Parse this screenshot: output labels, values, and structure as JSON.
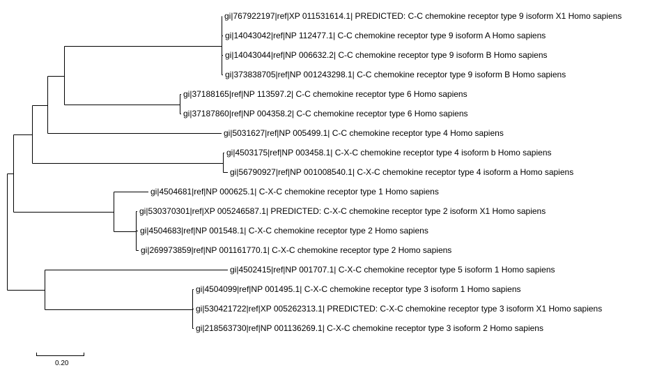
{
  "tree": {
    "leaves": [
      {
        "id": "ccr9_x1",
        "label": "gi|767922197|ref|XP 011531614.1| PREDICTED: C-C chemokine receptor type 9 isoform X1 Homo sapiens"
      },
      {
        "id": "ccr9_a",
        "label": "gi|14043042|ref|NP 112477.1| C-C chemokine receptor type 9 isoform A Homo sapiens"
      },
      {
        "id": "ccr9_b1",
        "label": "gi|14043044|ref|NP 006632.2| C-C chemokine receptor type 9 isoform B Homo sapiens"
      },
      {
        "id": "ccr9_b2",
        "label": "gi|373838705|ref|NP 001243298.1| C-C chemokine receptor type 9 isoform B Homo sapiens"
      },
      {
        "id": "ccr6_1",
        "label": "gi|37188165|ref|NP 113597.2| C-C chemokine receptor type 6 Homo sapiens"
      },
      {
        "id": "ccr6_2",
        "label": "gi|37187860|ref|NP 004358.2| C-C chemokine receptor type 6 Homo sapiens"
      },
      {
        "id": "ccr4",
        "label": "gi|5031627|ref|NP 005499.1| C-C chemokine receptor type 4 Homo sapiens"
      },
      {
        "id": "cxcr4_b",
        "label": "gi|4503175|ref|NP 003458.1| C-X-C chemokine receptor type 4 isoform b Homo sapiens"
      },
      {
        "id": "cxcr4_a",
        "label": "gi|56790927|ref|NP 001008540.1| C-X-C chemokine receptor type 4 isoform a Homo sapiens"
      },
      {
        "id": "cxcr1",
        "label": "gi|4504681|ref|NP 000625.1| C-X-C chemokine receptor type 1 Homo sapiens"
      },
      {
        "id": "cxcr2_x1",
        "label": "gi|530370301|ref|XP 005246587.1| PREDICTED: C-X-C chemokine receptor type 2 isoform X1 Homo sapiens"
      },
      {
        "id": "cxcr2_1",
        "label": "gi|4504683|ref|NP 001548.1| C-X-C chemokine receptor type 2 Homo sapiens"
      },
      {
        "id": "cxcr2_2",
        "label": "gi|269973859|ref|NP 001161770.1| C-X-C chemokine receptor type 2 Homo sapiens"
      },
      {
        "id": "cxcr5",
        "label": "gi|4502415|ref|NP 001707.1| C-X-C chemokine receptor type 5 isoform 1 Homo sapiens"
      },
      {
        "id": "cxcr3_1",
        "label": "gi|4504099|ref|NP 001495.1| C-X-C chemokine receptor type 3 isoform 1 Homo sapiens"
      },
      {
        "id": "cxcr3_x1",
        "label": "gi|530421722|ref|XP 005262313.1| PREDICTED: C-X-C chemokine receptor type 3 isoform X1 Homo sapiens"
      },
      {
        "id": "cxcr3_2",
        "label": "gi|218563730|ref|NP 001136269.1| C-X-C chemokine receptor type 3 isoform 2 Homo sapiens"
      }
    ],
    "scale_bar": {
      "label": "0.20",
      "length": 0.2
    }
  }
}
